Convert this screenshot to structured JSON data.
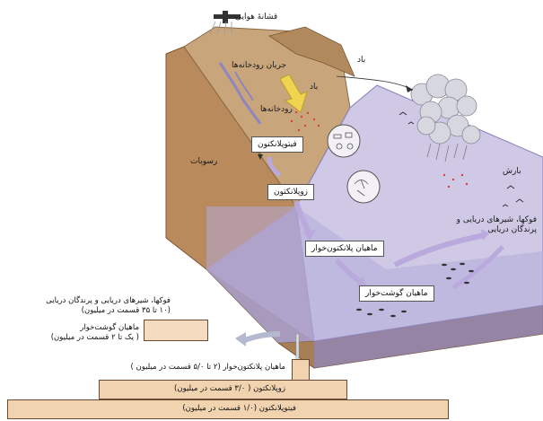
{
  "labels": {
    "airplane": "قشانهٔ هوایی",
    "river_flow": "جریان رودخانه‌ها",
    "wind_top": "باد",
    "wind_side": "باد",
    "rivers": "رودخانه‌ها",
    "sediments": "رسوبات",
    "precipitation": "بارش",
    "phytoplankton": "فیتوپلانکتون",
    "zooplankton": "زوپلانکتون",
    "plankton_fish": "ماهیان پلانکتون‌خوار",
    "carnivore_fish": "ماهیان گوشت‌خوار",
    "seals_birds_line1": "فوکها، شیرهای دریایی و",
    "seals_birds_line2": "پرندگان دریایی"
  },
  "pyramid": {
    "level4_line1": "فوکها، شیرهای دریایی و پرندگان دریایی",
    "level4_line2": "(۱۰ تا ۳۵ قسمت در میلیون)",
    "level3_line1": "ماهیان گوشت‌خوار",
    "level3_line2": "( یک تا ۲ قسمت در میلیون)",
    "level2": "ماهیان پلانکتون‌خوار (۲ تا ۵/۰ قسمت در میلیون )",
    "level1": "زوپلانکتون ( ۳/۰ قسمت در میلیون)",
    "level0": "فیتوپلانکتون (۱/۰ قسمت در میلیون)"
  },
  "colors": {
    "land": "#c8a57a",
    "land_dark": "#a87f55",
    "cliff": "#b98a5c",
    "water_surface": "#cfc9e6",
    "water_deep": "#a59ccd",
    "flow_arrow": "#b9a9dd",
    "pyramid_bar": "#f2d3b0",
    "cloud": "#d7d7e0"
  }
}
